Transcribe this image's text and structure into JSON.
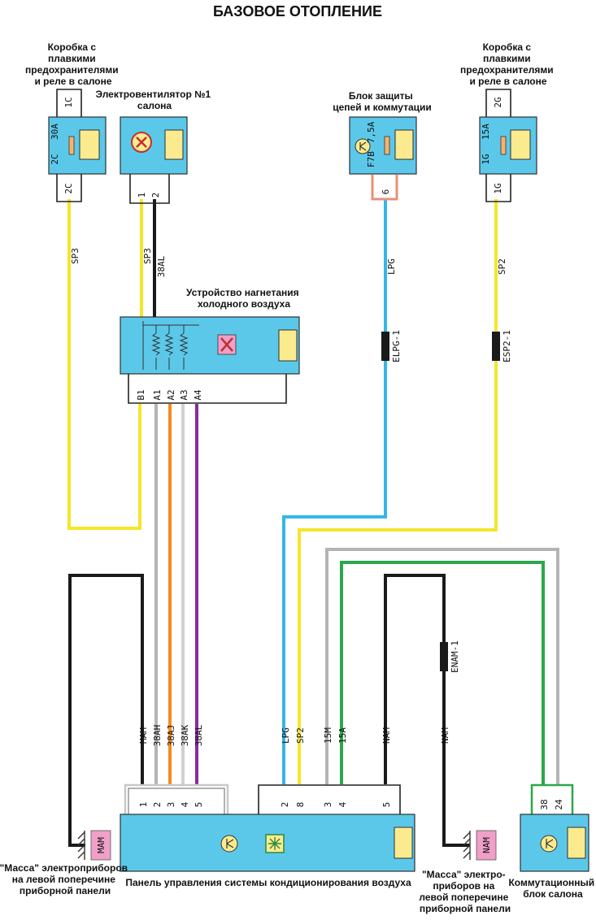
{
  "title": "БАЗОВОЕ ОТОПЛЕНИЕ",
  "components": {
    "fuse_box_left": {
      "label": [
        "Коробка с",
        "плавкими",
        "предохранителями",
        "и реле в салоне"
      ],
      "pin_top": "1C",
      "fuse_id": "2C",
      "fuse_rating": "30A",
      "pin_bottom": "2C"
    },
    "blower_motor": {
      "label": [
        "Электровентилятор №1",
        "салона"
      ],
      "pins": [
        "1",
        "2"
      ]
    },
    "protection_block": {
      "label": [
        "Блок защиты",
        "цепей и коммутации"
      ],
      "fuse_id": "F7B",
      "fuse_rating": "7,5A",
      "pin": "6"
    },
    "fuse_box_right": {
      "label": [
        "Коробка с",
        "плавкими",
        "предохранителями",
        "и реле в салоне"
      ],
      "pin_top": "2G",
      "fuse_id": "1G",
      "fuse_rating": "15A",
      "pin_bottom": "1G"
    },
    "cold_air_unit": {
      "label": [
        "Устройство нагнетания",
        "холодного воздуха"
      ],
      "pins": [
        "B1",
        "A1",
        "A2",
        "A3",
        "A4"
      ]
    },
    "ac_panel": {
      "label": "Панель управления системы кондиционирования воздуха",
      "pins_left": [
        "1",
        "2",
        "3",
        "4",
        "5"
      ],
      "pins_right": [
        "2",
        "8",
        "3",
        "4",
        "5"
      ]
    },
    "comm_block": {
      "label": [
        "Коммутационный",
        "блок салона"
      ],
      "pins": [
        "38",
        "24"
      ]
    },
    "ground_left": {
      "label": [
        "\"Масса\" электроприборов",
        "на левой поперечине",
        "приборной панели"
      ],
      "code": "MAM"
    },
    "ground_right": {
      "label": [
        "\"Масса\" электро-",
        "приборов на",
        "левой поперечине",
        "приборной панели"
      ],
      "code": "NAM"
    }
  },
  "wires": {
    "sp3_left": "SP3",
    "sp3_mid": "SP3",
    "w38al_top": "38AL",
    "lpg_top": "LPG",
    "elpg": "ELPG-1",
    "sp2_top": "SP2",
    "esp2": "ESP2-1",
    "mam": "MAM",
    "w38ah": "38AH",
    "w38aj": "38AJ",
    "w38ak": "38AK",
    "w38al_bottom": "38AL",
    "lpg_bottom": "LPG",
    "sp2_bottom": "SP2",
    "w15m": "15M",
    "w15a": "15A",
    "nam_panel": "NAM",
    "nam_ground": "NAM",
    "enam": "ENAM-1"
  },
  "colors": {
    "connector": "#5bc8ea",
    "tab": "#fbeb8e",
    "yellow": "#f5e52a",
    "black": "#1a1a1a",
    "blue": "#35b6e6",
    "orange": "#f28c1e",
    "gray": "#b4b4b4",
    "purple": "#8a2aa0",
    "green": "#2aa84a",
    "salmon": "#e8907a",
    "ground_tag": "#f0a0c8"
  }
}
